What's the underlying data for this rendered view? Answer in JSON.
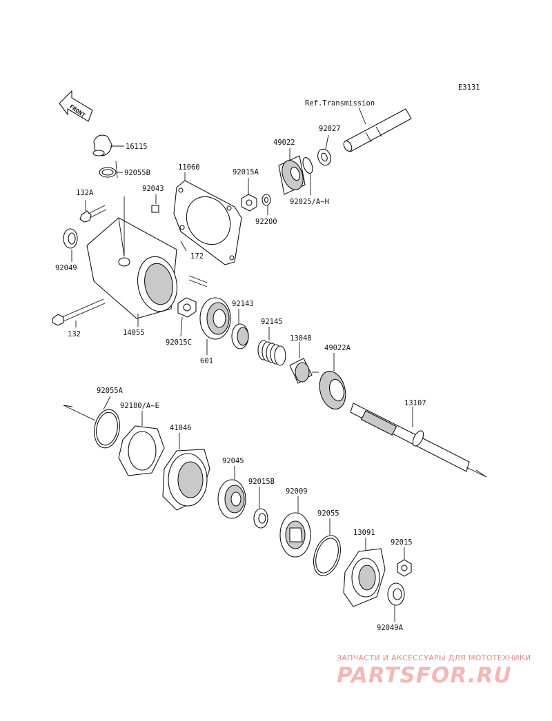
{
  "diagram_code": "E3131",
  "front_label": "FRONT",
  "ref_label": "Ref.Transmission",
  "labels": {
    "p16115": "16115",
    "p92055B": "92055B",
    "p11060": "11060",
    "p92015A": "92015A",
    "p92043": "92043",
    "p49022": "49022",
    "p92027": "92027",
    "p132A": "132A",
    "p92025": "92025/A~H",
    "p92200": "92200",
    "p92049": "92049",
    "p172": "172",
    "p132": "132",
    "p14055": "14055",
    "p92015C": "92015C",
    "p92143": "92143",
    "p92145": "92145",
    "p601": "601",
    "p13048": "13048",
    "p49022A": "49022A",
    "p92055A": "92055A",
    "p92180": "92180/A~E",
    "p13107": "13107",
    "p41046": "41046",
    "p92045": "92045",
    "p92015B": "92015B",
    "p92009": "92009",
    "p92055": "92055",
    "p13091": "13091",
    "p92015": "92015",
    "p92049A": "92049A"
  },
  "watermark": {
    "tagline": "ЗАПЧАСТИ И АКСЕССУАРЫ ДЛЯ МОТОТЕХНИКИ",
    "brand": "PARTSFOR.RU"
  }
}
